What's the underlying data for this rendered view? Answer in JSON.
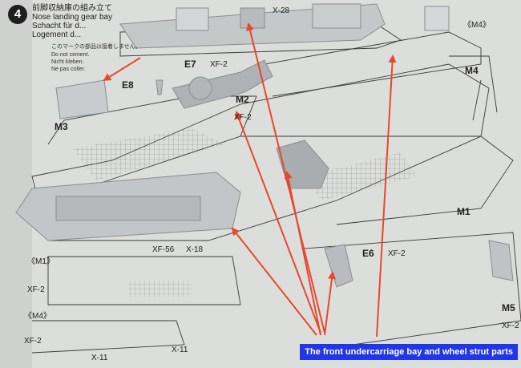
{
  "step": {
    "number": "4"
  },
  "instruction_title": {
    "jp": "前脚収納庫の組み立て",
    "en": "Nose landing gear bay",
    "de": "Schacht für d...",
    "fr": "Logement d..."
  },
  "cement_note": {
    "jp": "このマークの部品は接着しません。",
    "en": "Do not cement.",
    "de": "Nicht kleben.",
    "fr": "Ne pas coller."
  },
  "part_labels": [
    {
      "id": "x28",
      "text": "X-28"
    },
    {
      "id": "m4-top",
      "text": "《M4》"
    },
    {
      "id": "m4-right",
      "text": "M4"
    },
    {
      "id": "e7",
      "text": "E7"
    },
    {
      "id": "e7-paint",
      "text": "XF-2"
    },
    {
      "id": "e8",
      "text": "E8"
    },
    {
      "id": "m2",
      "text": "M2"
    },
    {
      "id": "m2-paint",
      "text": "XF-2"
    },
    {
      "id": "m3",
      "text": "M3"
    },
    {
      "id": "m1",
      "text": "M1"
    },
    {
      "id": "e6",
      "text": "E6"
    },
    {
      "id": "e6-paint",
      "text": "XF-2"
    },
    {
      "id": "xf56",
      "text": "XF-56"
    },
    {
      "id": "x18",
      "text": "X-18"
    },
    {
      "id": "m1-bottom",
      "text": "《M1》"
    },
    {
      "id": "xf2-left",
      "text": "XF-2"
    },
    {
      "id": "m4-bottom",
      "text": "《M4》"
    },
    {
      "id": "xf2-left2",
      "text": "XF-2"
    },
    {
      "id": "x11-a",
      "text": "X-11"
    },
    {
      "id": "x11-b",
      "text": "X-11"
    },
    {
      "id": "m5",
      "text": "M5"
    },
    {
      "id": "m5-paint",
      "text": "XF-2"
    }
  ],
  "caption": {
    "text": "The front undercarriage bay and wheel strut parts"
  },
  "colors": {
    "arrow": "#e8472c",
    "caption_bg": "#2136e6",
    "part_gray": "#c4c8c9"
  }
}
